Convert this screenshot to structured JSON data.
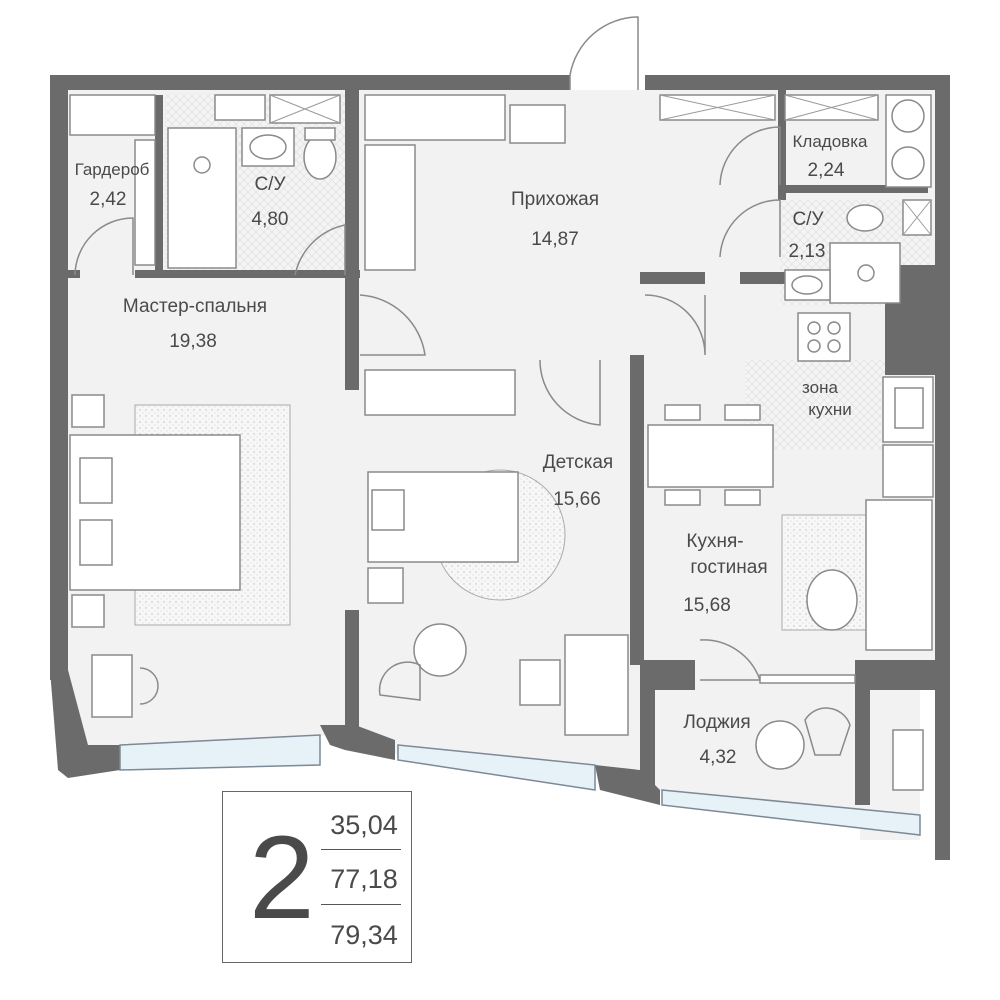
{
  "rooms": [
    {
      "id": "wardrobe",
      "name": "Гардероб",
      "area": "2,42"
    },
    {
      "id": "bath1",
      "name": "С/У",
      "area": "4,80"
    },
    {
      "id": "hall",
      "name": "Прихожая",
      "area": "14,87"
    },
    {
      "id": "pantry",
      "name": "Кладовка",
      "area": "2,24"
    },
    {
      "id": "bath2",
      "name": "С/У",
      "area": "2,13"
    },
    {
      "id": "master",
      "name": "Мастер-спальня",
      "area": "19,38"
    },
    {
      "id": "kids",
      "name": "Детская",
      "area": "15,66"
    },
    {
      "id": "living",
      "name_line1": "Кухня-",
      "name_line2": "гостиная",
      "area": "15,68"
    },
    {
      "id": "kitchen_zone",
      "name_line1": "зона",
      "name_line2": "кухни"
    },
    {
      "id": "loggia",
      "name": "Лоджия",
      "area": "4,32"
    }
  ],
  "summary": {
    "room_count": "2",
    "living_area": "35,04",
    "total_area": "77,18",
    "total_with_loggia": "79,34"
  },
  "colors": {
    "wall": "#6b6b6b",
    "floor": "#f2f2f2",
    "text": "#4a4a4a",
    "window": "#e6f1f8"
  }
}
